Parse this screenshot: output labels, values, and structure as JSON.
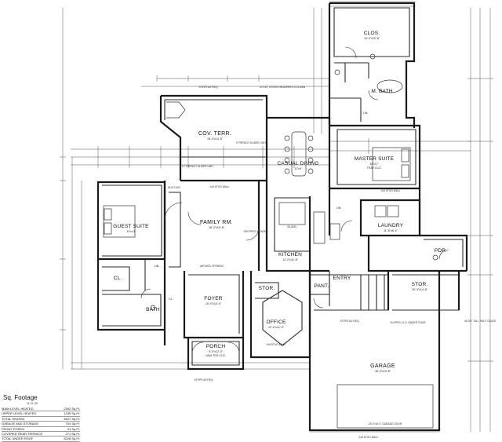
{
  "rooms": {
    "clos": {
      "name": "CLOS.",
      "dims": "14'-0\"x10'-8\""
    },
    "m_bath": {
      "name": "M. BATH"
    },
    "lin_upper": {
      "name": "LIN."
    },
    "lin_mid": {
      "name": "LIN."
    },
    "cov_terr": {
      "name": "COV. TERR.",
      "dims": "18'-4\"x14'-6\""
    },
    "casual_dining": {
      "name": "CASUAL DINING",
      "dims": "12'x9'"
    },
    "master_suite": {
      "name": "MASTER SUITE",
      "dims": "16'x17'",
      "note": "TRAY CLG."
    },
    "guest_suite": {
      "name": "GUEST SUITE",
      "dims": "13'x13'"
    },
    "family_rm": {
      "name": "FAMILY RM.",
      "dims": "18'-2\"x19'-8\""
    },
    "kitchen": {
      "name": "KITCHEN",
      "dims": "12'-0\"x11'-8\""
    },
    "laundry": {
      "name": "LAUNDRY",
      "dims": "11'-6\"x8'-4\""
    },
    "pdr": {
      "name": "PDR."
    },
    "cl_guest": {
      "name": "CL."
    },
    "cl_foyer": {
      "name": "CL."
    },
    "lin_bath": {
      "name": "LIN."
    },
    "bath": {
      "name": "BATH"
    },
    "foyer": {
      "name": "FOYER",
      "dims": "10'-0\"x10'-0\""
    },
    "stor_small": {
      "name": "STOR."
    },
    "pant": {
      "name": "PANT."
    },
    "entry": {
      "name": "ENTRY"
    },
    "stor_garage": {
      "name": "STOR.",
      "dims": "15'-3\"x14'-6\""
    },
    "office": {
      "name": "OFFICE",
      "dims": "12'-0\"x12'-0\""
    },
    "porch": {
      "name": "PORCH",
      "dims": "9'-0\"x12'-0\"",
      "note": "VAULTED CLG."
    },
    "garage": {
      "name": "GARAGE",
      "dims": "28'-0\"x23'-8\""
    }
  },
  "notes": {
    "bump_top": "STEPS AS REQ.",
    "cased_col": "10\"x10\" CROSS HEADERED COLUMN",
    "french_left": "12' FRENCH SLIDER UNIT",
    "french_right": "3' FRENCH SLIDER UNIT",
    "stud_wall_fam": "2x6 STUD WALL",
    "stud_wall_master": "2x6 STUD WALL",
    "built_ins": "BUILT-INS",
    "arched_opening": "ARCHED OPENING",
    "dropped_header": "DROPPED HEADER",
    "island": "ISLAND",
    "stud_wall_office": "2x6 STUD WALL",
    "steps_garage": "STEPS AS REQ.",
    "garage_door": "18'-0\"x8'-0\" GARAGE DOOR",
    "porch_steps": "STEPS AS REQ.",
    "half_glass": "46-3/4\" TALL HALF GLASS",
    "sliped_clg": "SLOPED CLG. UNDER STAIR",
    "stud_wall_garage": "2x6 STUD WALL"
  },
  "square_footage": {
    "title": "Sq. Footage",
    "subtitle": "11-11-20",
    "rows": [
      {
        "label": "MAIN LEVEL HEATED",
        "value": "2392 Sq.Ft."
      },
      {
        "label": "UPPER LEVEL HEATED",
        "value": "1235 Sq.Ft."
      },
      {
        "label": "TOTAL HEATED",
        "value": "4627 Sq.Ft."
      },
      {
        "label": "GARAGE AND STORAGE",
        "value": "704 Sq.Ft."
      },
      {
        "label": "FRONT PORCH",
        "value": "91 Sq.Ft."
      },
      {
        "label": "COVERED REAR TERRACE",
        "value": "271 Sq.Ft."
      },
      {
        "label": "TOTAL UNDER ROOF",
        "value": "5228 Sq.Ft."
      }
    ]
  }
}
